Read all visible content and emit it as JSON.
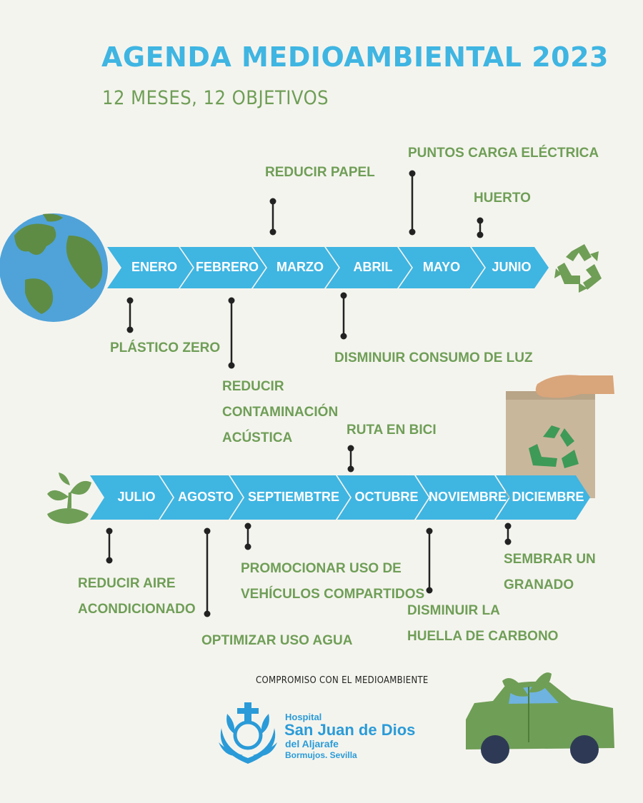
{
  "header": {
    "title": "AGENDA MEDIOAMBIENTAL 2023",
    "subtitle": "12 MESES, 12 OBJETIVOS"
  },
  "months": [
    "ENERO",
    "FEBRERO",
    "MARZO",
    "ABRIL",
    "MAYO",
    "JUNIO",
    "JULIO",
    "AGOSTO",
    "SEPTIEMBTRE",
    "OCTUBRE",
    "NOVIEMBRE",
    "DICIEMBRE"
  ],
  "goals": {
    "enero": "PLÁSTICO ZERO",
    "febrero": [
      "REDUCIR",
      "CONTAMINACIÓN",
      "ACÚSTICA"
    ],
    "marzo": "REDUCIR PAPEL",
    "abril": "DISMINUIR CONSUMO DE LUZ",
    "mayo": "PUNTOS CARGA ELÉCTRICA",
    "junio": "HUERTO",
    "julio": [
      "REDUCIR AIRE",
      "ACONDICIONADO"
    ],
    "agosto": "OPTIMIZAR USO AGUA",
    "septiembre": [
      "PROMOCIONAR USO DE",
      "VEHÍCULOS COMPARTIDOS"
    ],
    "octubre": "RUTA EN BICI",
    "noviembre": [
      "DISMINUIR LA",
      "HUELLA DE CARBONO"
    ],
    "diciembre": [
      "SEMBRAR UN",
      "GRANADO"
    ]
  },
  "footer": {
    "tagline": "COMPROMISO CON EL MEDIOAMBIENTE",
    "logo_line1": "Hospital",
    "logo_line2": "San Juan de Dios",
    "logo_line3": "del Aljarafe",
    "logo_line4": "Bormujos. Sevilla"
  },
  "colors": {
    "accent_blue": "#3fb5e2",
    "goal_green": "#6f9e57",
    "background": "#f4f4ee"
  },
  "icons": [
    "earth-icon",
    "recycle-icon",
    "seedling-icon",
    "recycle-bag-icon",
    "eco-car-icon",
    "hospital-logo-icon"
  ]
}
